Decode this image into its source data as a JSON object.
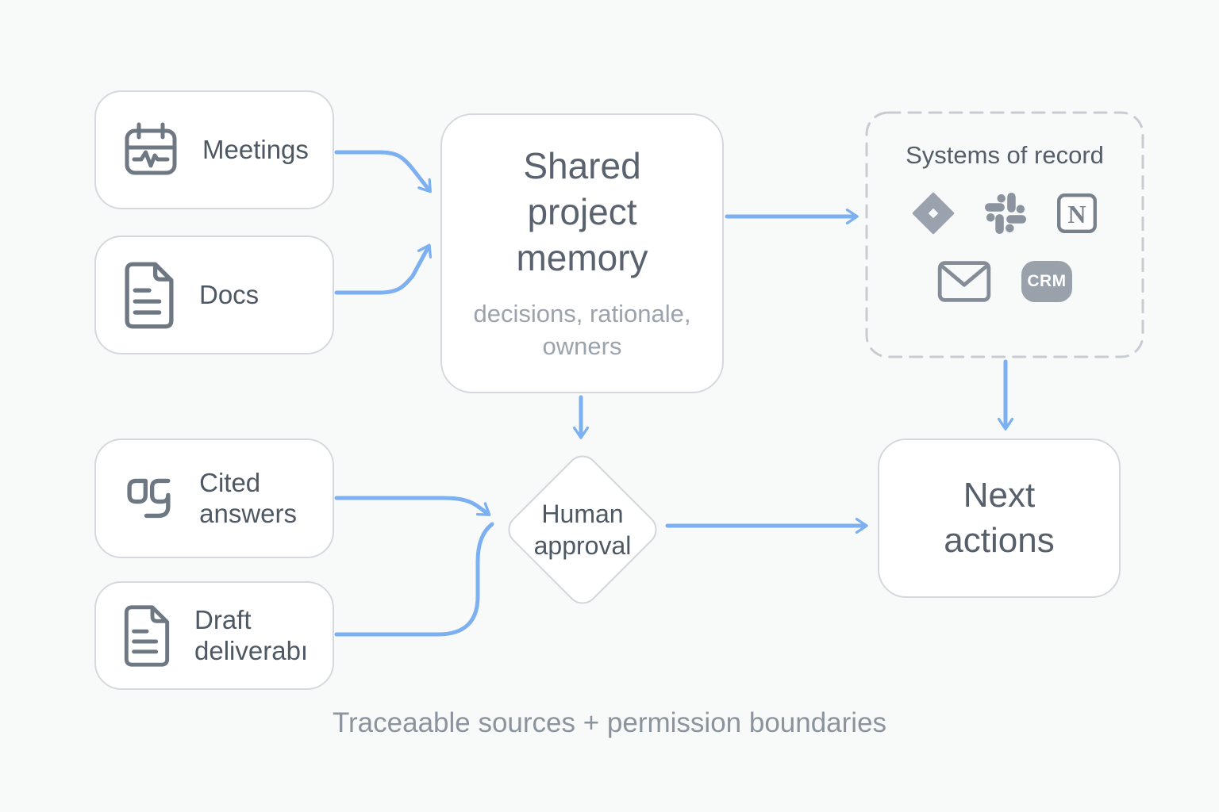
{
  "diagram": {
    "caption": "Traceaable sources + permission boundaries",
    "nodes": {
      "meetings": {
        "label": "Meetings",
        "icon": "calendar-icon"
      },
      "docs": {
        "label": "Docs",
        "icon": "document-icon"
      },
      "cited_answers": {
        "label": "Cited answers",
        "icon": "quote-icon"
      },
      "draft_deliverable": {
        "label": "Draft deliverabı",
        "icon": "document-icon"
      },
      "shared_memory": {
        "title": "Shared project memory",
        "subtitle": "decisions, rationale, owners"
      },
      "systems_of_record": {
        "title": "Systems of record",
        "icons": [
          "jira-icon",
          "slack-icon",
          "notion-icon",
          "mail-icon",
          "crm-badge"
        ],
        "notion_letter": "N",
        "crm_label": "CRM"
      },
      "human_approval": {
        "label": "Human approval"
      },
      "next_actions": {
        "label": "Next actions"
      }
    },
    "edges": [
      {
        "from": "meetings",
        "to": "shared_memory"
      },
      {
        "from": "docs",
        "to": "shared_memory"
      },
      {
        "from": "shared_memory",
        "to": "systems_of_record"
      },
      {
        "from": "shared_memory",
        "to": "human_approval"
      },
      {
        "from": "cited_answers",
        "to": "human_approval"
      },
      {
        "from": "draft_deliverable",
        "to": "human_approval"
      },
      {
        "from": "systems_of_record",
        "to": "next_actions"
      },
      {
        "from": "human_approval",
        "to": "next_actions"
      }
    ],
    "colors": {
      "background": "#f8f9f9",
      "node_fill": "#ffffff",
      "node_border": "#d5d9dd",
      "dashed_border": "#c7ccd2",
      "arrow": "#7cb0f1",
      "label_text": "#4e5863",
      "muted_text": "#9ba3ad",
      "icon_gray": "#6e7883"
    }
  }
}
